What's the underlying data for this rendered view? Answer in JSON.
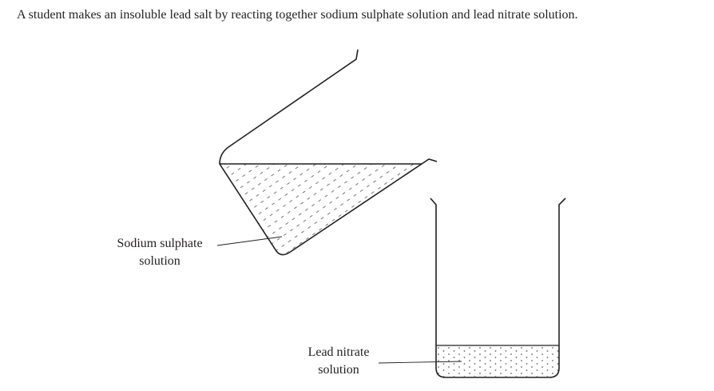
{
  "question": {
    "intro": "A student makes an insoluble lead salt by reacting together sodium sulphate solution and lead nitrate solution."
  },
  "diagram": {
    "labels": {
      "sodium_sulphate_line1": "Sodium sulphate",
      "sodium_sulphate_line2": "solution",
      "lead_nitrate_line1": "Lead nitrate",
      "lead_nitrate_line2": "solution"
    }
  }
}
